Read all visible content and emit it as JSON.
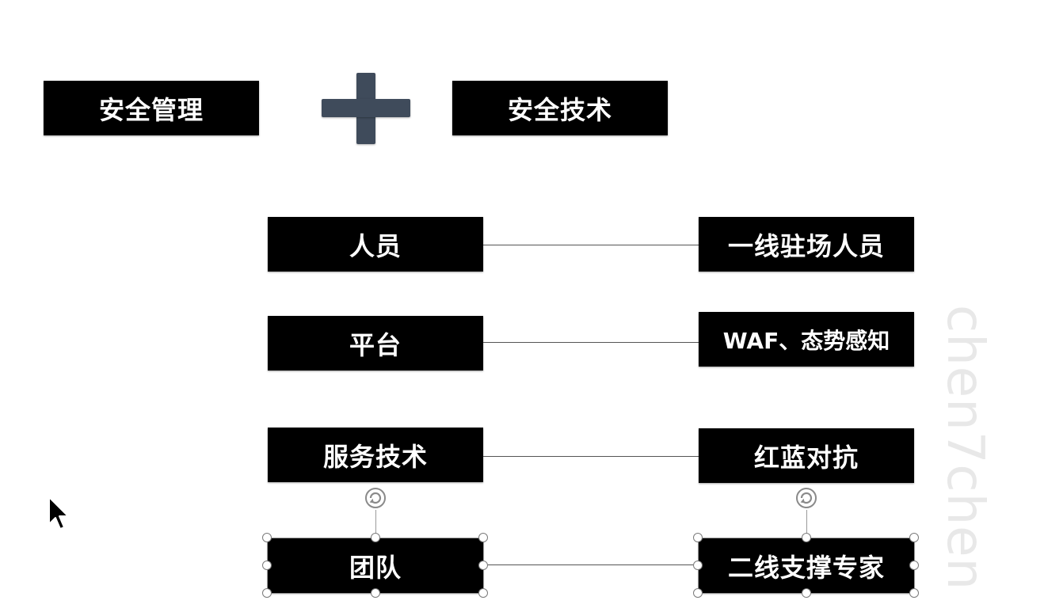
{
  "top": {
    "left_label": "安全管理",
    "right_label": "安全技术",
    "plus_icon": "plus-icon",
    "plus_color": "#3f4b5b"
  },
  "rows": [
    {
      "left": "人员",
      "right": "一线驻场人员"
    },
    {
      "left": "平台",
      "right": "WAF、态势感知"
    },
    {
      "left": "服务技术",
      "right": "红蓝对抗"
    },
    {
      "left": "团队",
      "right": "二线支撑专家"
    }
  ],
  "watermark": "chen7chen",
  "icons": {
    "rotate": "rotate-handle-icon",
    "cursor": "mouse-cursor-icon"
  }
}
